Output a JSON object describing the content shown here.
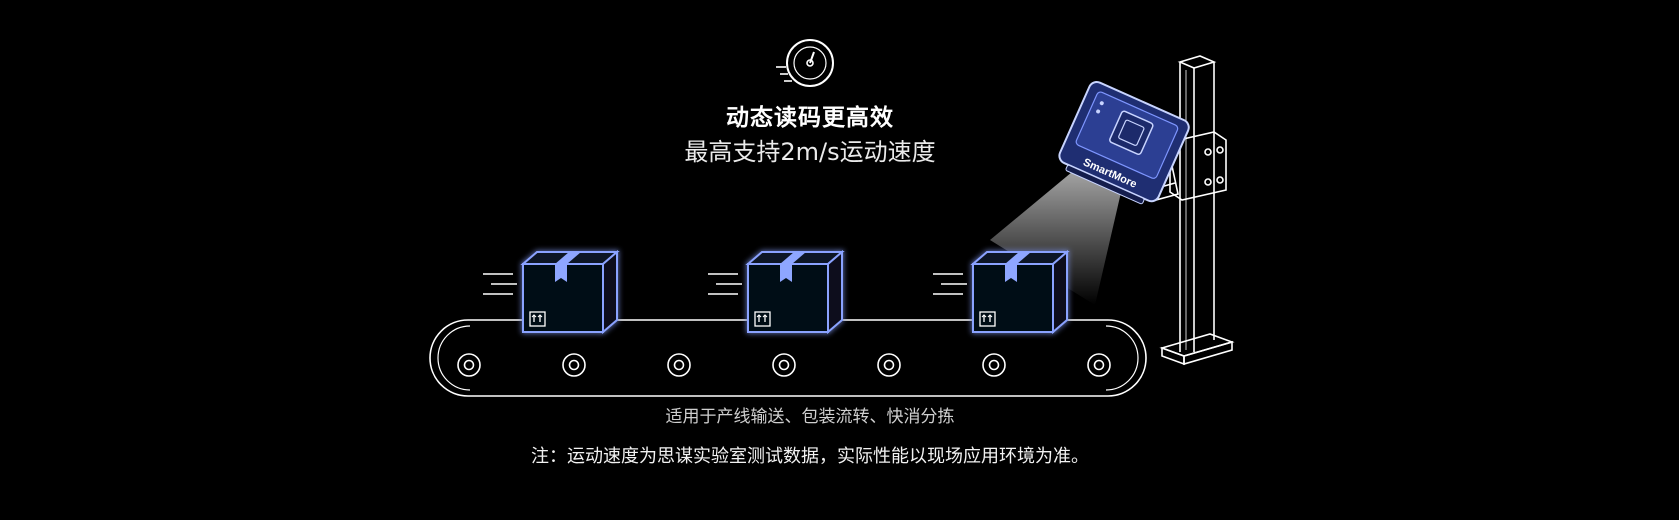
{
  "headline": "动态读码更高效",
  "subheadline": "最高支持2m/s运动速度",
  "caption": "适用于产线输送、包装流转、快消分拣",
  "note": "注：运动速度为思谋实验室测试数据，实际性能以现场应用环境为准。",
  "device": {
    "brand_label": "SmartMore"
  },
  "icons": {
    "speed": "speedometer-icon",
    "package_symbol": "this-way-up-icon"
  },
  "colors": {
    "background": "#000000",
    "box_accent": "#6e8cff",
    "device_blue": "#2c3f93",
    "line": "#ffffff"
  }
}
